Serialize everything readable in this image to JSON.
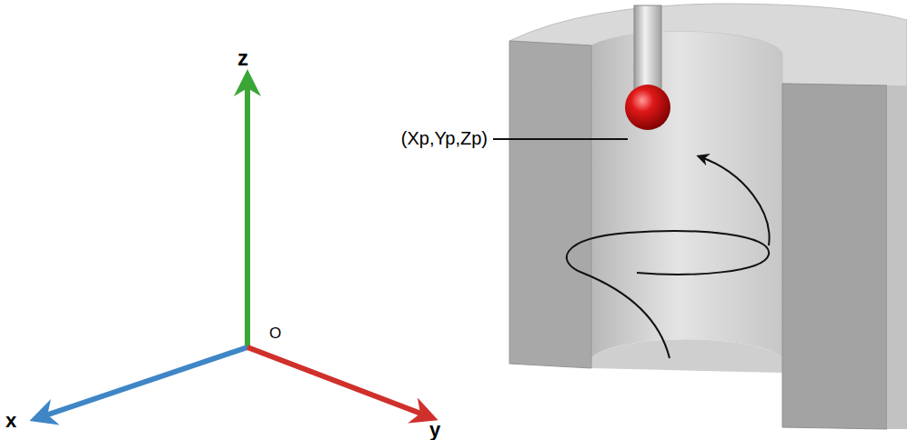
{
  "diagram": {
    "labels": [
      "z",
      "O",
      "x",
      "y",
      "(Xp,Yp,Zp)"
    ]
  }
}
